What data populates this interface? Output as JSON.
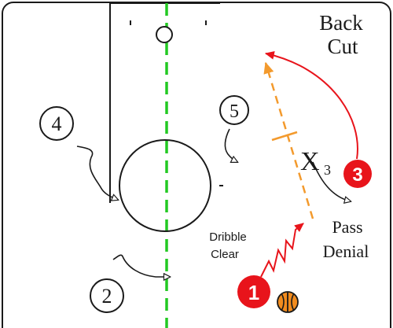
{
  "title": {
    "line1": "Back",
    "line2": "Cut"
  },
  "players": [
    {
      "number": "1",
      "color": "#e8141b"
    },
    {
      "number": "2",
      "color": "#ffffff"
    },
    {
      "number": "3",
      "color": "#e8141b"
    },
    {
      "number": "4",
      "color": "#ffffff"
    },
    {
      "number": "5",
      "color": "#ffffff"
    }
  ],
  "defender": {
    "label": "X",
    "subscript": "3"
  },
  "annotations": {
    "dribble_line1": "Dribble",
    "dribble_line2": "Clear",
    "pass_line1": "Pass",
    "pass_line2": "Denial"
  },
  "colors": {
    "court_line": "#1a1a1a",
    "midline": "#22c922",
    "pass_arrow": "#f39a2d",
    "cut_arrow": "#e8141b",
    "ball": "#f28c1e"
  },
  "icons": [
    "basketball-icon"
  ]
}
